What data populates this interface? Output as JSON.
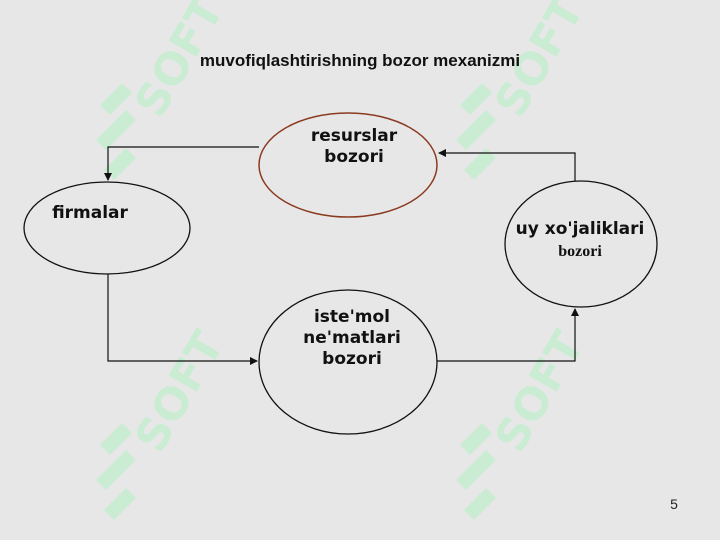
{
  "title": "muvofiqlashtirishning bozor mexanizmi",
  "nodes": {
    "resources_market": {
      "line1": "resurslar",
      "line2": "bozori"
    },
    "firms": {
      "label": "firmalar"
    },
    "households": {
      "line1": "uy xo'jaliklari",
      "line2": "bozori"
    },
    "consumer_goods_market": {
      "line1": "iste'mol",
      "line2": "ne'matlari",
      "line3": "bozori"
    }
  },
  "watermark": {
    "text": "SOFT"
  },
  "page_number": "5",
  "colors": {
    "resources_outline": "#8b3a1f",
    "outline": "#111111",
    "background": "#e7e7e7",
    "watermark": "#c9ecd3"
  }
}
